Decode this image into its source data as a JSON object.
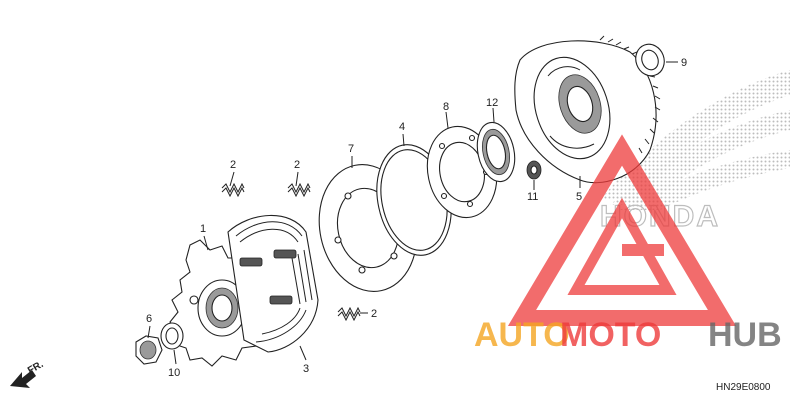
{
  "diagram": {
    "callouts": [
      {
        "id": "c1",
        "text": "1"
      },
      {
        "id": "c2a",
        "text": "2"
      },
      {
        "id": "c2b",
        "text": "2"
      },
      {
        "id": "c2c",
        "text": "2"
      },
      {
        "id": "c3",
        "text": "3"
      },
      {
        "id": "c4",
        "text": "4"
      },
      {
        "id": "c5",
        "text": "5"
      },
      {
        "id": "c6",
        "text": "6"
      },
      {
        "id": "c7",
        "text": "7"
      },
      {
        "id": "c8",
        "text": "8"
      },
      {
        "id": "c9",
        "text": "9"
      },
      {
        "id": "c10",
        "text": "10"
      },
      {
        "id": "c11",
        "text": "11"
      },
      {
        "id": "c12",
        "text": "12"
      }
    ],
    "direction_label": "FR.",
    "diagram_code": "HN29E0800"
  },
  "watermark": {
    "auto": "AUTO",
    "moto": "MOTO",
    "hub": "HUB",
    "brand": "HONDA",
    "colors": {
      "red": "#ee3b3b",
      "orange": "#f5a623",
      "gray": "#666666"
    }
  }
}
